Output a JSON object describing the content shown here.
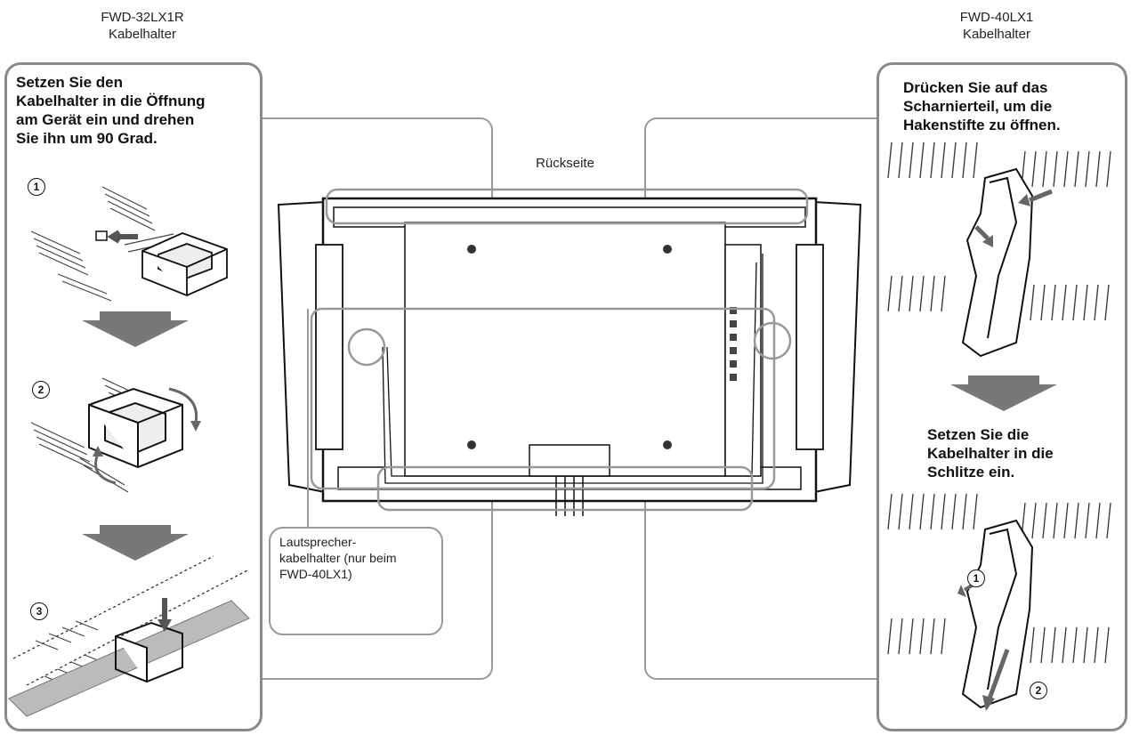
{
  "left": {
    "model": "FWD-32LX1R",
    "caption": "Kabelhalter",
    "instruction": [
      "Setzen Sie den",
      "Kabelhalter in die Öffnung",
      "am Gerät ein und drehen",
      "Sie ihn um 90 Grad."
    ],
    "steps": [
      "1",
      "2",
      "3"
    ]
  },
  "right": {
    "model": "FWD-40LX1",
    "caption": "Kabelhalter",
    "instruction_top": [
      "Drücken Sie auf das",
      "Scharnierteil, um die",
      "Hakenstifte zu öffnen."
    ],
    "instruction_bottom": [
      "Setzen Sie die",
      "Kabelhalter in die",
      "Schlitze ein."
    ],
    "steps": [
      "1",
      "2"
    ]
  },
  "center": {
    "back_label": "Rückseite",
    "callout": [
      "Lautsprecher-",
      "kabelhalter (nur beim",
      "FWD-40LX1)"
    ]
  }
}
